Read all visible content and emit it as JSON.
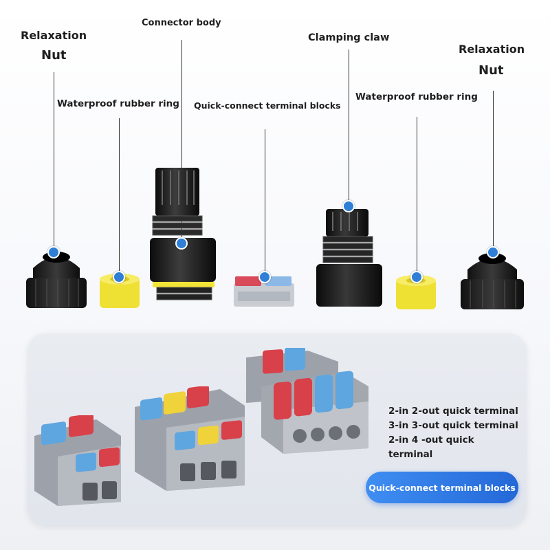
{
  "labels": {
    "relaxation_left_1": "Relaxation",
    "relaxation_left_2": "Nut",
    "connector_body": "Connector body",
    "waterproof_left": "Waterproof rubber ring",
    "quick_connect_top": "Quick-connect terminal blocks",
    "clamping_claw": "Clamping claw",
    "waterproof_right": "Waterproof rubber ring",
    "relaxation_right_1": "Relaxation",
    "relaxation_right_2": "Nut"
  },
  "bottom": {
    "description": "2-in 2-out quick terminal 3-in 3-out quick terminal 2-in 4 -out quick terminal",
    "button_label": "Quick-connect terminal blocks"
  },
  "colors": {
    "dot": "#2f7fd6",
    "pill": "#2468d8",
    "lever_red": "#d93a3a",
    "lever_blue": "#3f97d8",
    "lever_yellow": "#f2d33a",
    "ring_yellow": "#f2e436"
  }
}
